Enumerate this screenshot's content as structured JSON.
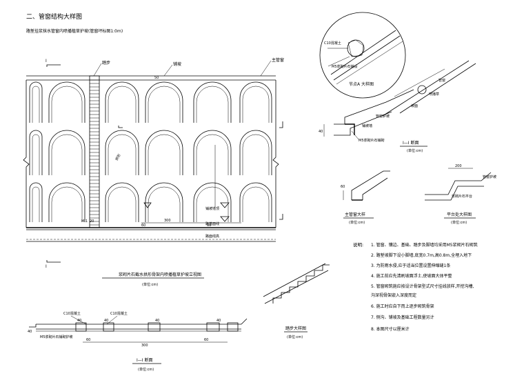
{
  "title": "二、管窗结构大样图",
  "subtitle": "路堑挂浆抹水管窗内喷播植草护坡(管窗坪标图1:0m)",
  "elevation": {
    "label_ladder": "踏步",
    "label_toe": "铺坡",
    "label_main": "主管窗",
    "label_wall": "铺坡墙顶",
    "label_ground": "路基面线",
    "label_road": "路面线高",
    "label_arch": "拱形",
    "section_mark": "I",
    "dim_top": "50",
    "dim_bottom": [
      "60",
      "300",
      "60"
    ],
    "dim_left": [
      "M 1",
      "20"
    ],
    "title": "浆砌片石截水拱形骨架内喷播植草护坡立视图",
    "unit": "(单位:cm)"
  },
  "detail_a": {
    "c10": "C10混凝土",
    "m5": "M5浆砌片石铺设",
    "label": "节点A 大样图",
    "grass": "喷播草",
    "pipe": "管窗",
    "slope": "坡面"
  },
  "section_11": {
    "label_pipe": "管窗护坡",
    "label_m5": "M5浆砌片石铺砌",
    "label_berm": "铺坡墙",
    "title": "I—I  断面",
    "unit": "(单位:cm)",
    "dim_h": "40"
  },
  "main_pipe": {
    "title": "主管窗大样",
    "unit": "(单位:cm)",
    "dim": "60"
  },
  "platform": {
    "title": "平台处大样图",
    "unit": "(单位:cm)",
    "dim": "200",
    "label_a": "管窗护坡",
    "label_b": "浆砌片石平台"
  },
  "notes": {
    "heading": "说明:",
    "items": [
      "1.  管窗、镶边、基础、踏步及脚墙均采用M5浆砌片石砌筑",
      "2.  路堑坡脚下设小脚墙,底宽0.7m,高0.8m,全埋入地下",
      "3.  为防雨水侵,应于适当位置设置伸缩缝1条",
      "4.  施工前应先清刷坡面浮土,使坡面大体平整",
      "5.  管窗砌筑施应按设计骨架型式尺寸挂线放样,开挖沟槽,",
      "     沟深视骨架嵌入深度而定",
      "6.  施工时应自下而上逐步砌筑骨架",
      "7.  侧沟、铺坡及基础工程数量另计",
      "8.  本图尺寸以厘米计"
    ]
  },
  "section_bottom": {
    "c10_a": "C10混凝土",
    "c10_b": "C10混凝土",
    "m5": "M5浆砌片石铺砌护坡",
    "dims": [
      "60",
      "300",
      "60",
      "40",
      "40",
      "40",
      "40"
    ],
    "dim_left": "40",
    "title": "I—I  断面",
    "unit": "(单位:cm)"
  },
  "stair": {
    "title": "踏步大样图",
    "unit": "(单位:cm)"
  }
}
